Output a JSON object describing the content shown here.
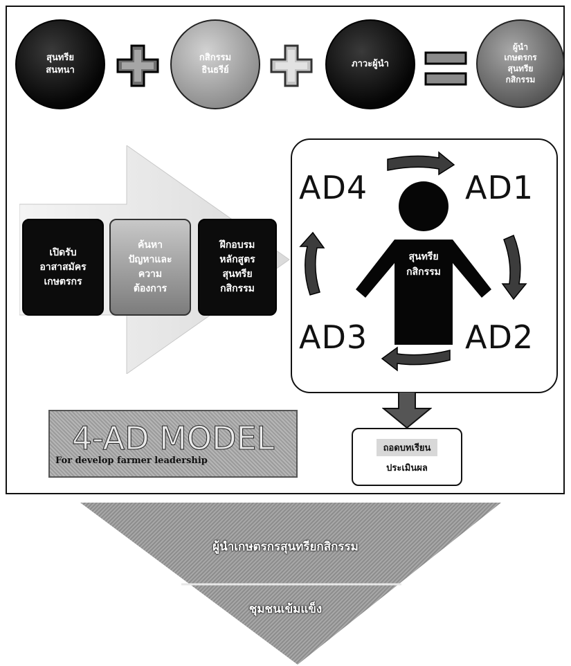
{
  "top_row": {
    "circle1": "สุนทรีย\nสนทนา",
    "circle2": "กสิกรรม\nธินธรีย์",
    "circle3": "ภาวะผู้นำ",
    "circle4": "ผู้นำ\nเกษตรกร\nสุนทรีย\nกสิกรรม"
  },
  "steps": {
    "step1": "เปิดรับ\nอาสาสมัคร\nเกษตรกร",
    "step2": "ค้นหา\nปัญหาและ\nความ\nต้องการ",
    "step3": "ฝึกอบรม\nหลักสูตร\nสุนทรีย\nกสิกรรม"
  },
  "cycle": {
    "ad1": "AD1",
    "ad2": "AD2",
    "ad3": "AD3",
    "ad4": "AD4",
    "center": "สุนทรีย\nกสิกรรม"
  },
  "model": {
    "title": "4-AD MODEL",
    "subtitle": "For develop farmer leadership"
  },
  "evaluation": {
    "line1": "ถอดบทเรียน",
    "line2": "ประเมินผล"
  },
  "funnel": {
    "top": "ผู้นำเกษตรกรสุนทรียกสิกรรม",
    "bottom": "ชุมชนเข้มแข็ง"
  },
  "colors": {
    "dark": "#0c0c0c",
    "grey": "#8c8c8c",
    "funnel": "#9a9a9a"
  }
}
